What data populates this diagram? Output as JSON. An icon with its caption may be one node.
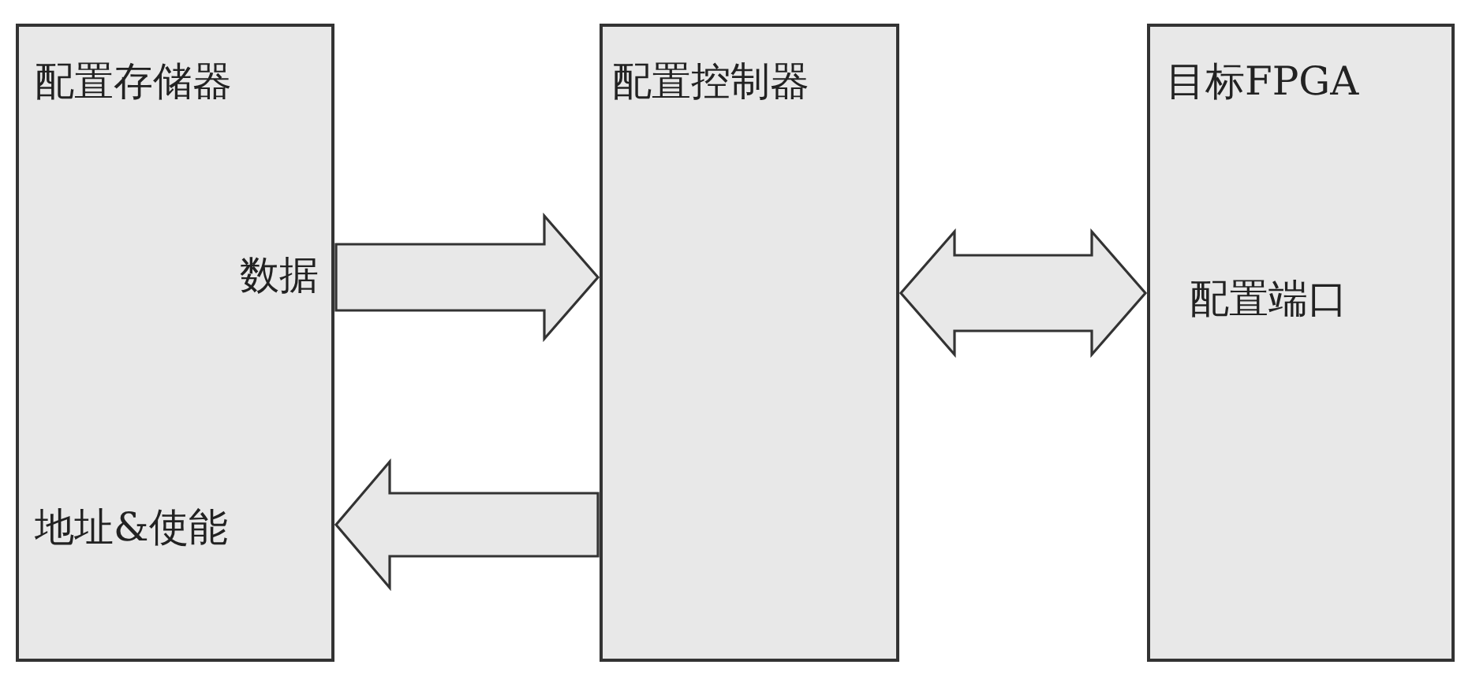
{
  "diagram": {
    "nodes": [
      {
        "text": [
          "配置存储器",
          "数据",
          "地址&使能"
        ]
      },
      {
        "text": [
          "配置控制器"
        ]
      },
      {
        "text": [
          "目标FPGA",
          "配置端口"
        ]
      }
    ],
    "edges": [
      {
        "from": 0,
        "to": 1,
        "arrow": "to"
      },
      {
        "from": 1,
        "to": 0,
        "arrow": "to"
      },
      {
        "from": 1,
        "to": 2,
        "arrow": "both"
      }
    ]
  }
}
